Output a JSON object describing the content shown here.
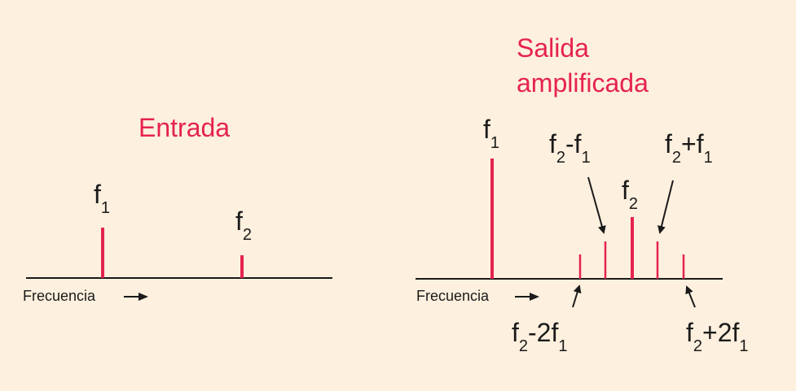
{
  "input_panel": {
    "title": "Entrada",
    "axis_label": "Frecuencia",
    "peaks": [
      {
        "label_base": "f",
        "label_sub": "1"
      },
      {
        "label_base": "f",
        "label_sub": "2"
      }
    ]
  },
  "output_panel": {
    "title_line1": "Salida",
    "title_line2": "amplificada",
    "axis_label": "Frecuencia",
    "labels": {
      "f1_base": "f",
      "f1_sub": "1",
      "f2_base": "f",
      "f2_sub": "2",
      "diff_f2": "f",
      "diff_f2_sub": "2",
      "diff_mid": "-f",
      "diff_f1_sub": "1",
      "sum_f2": "f",
      "sum_f2_sub": "2",
      "sum_mid": "+f",
      "sum_f1_sub": "1",
      "diff2_f2": "f",
      "diff2_f2_sub": "2",
      "diff2_mid": "-2f",
      "diff2_f1_sub": "1",
      "sum2_f2": "f",
      "sum2_f2_sub": "2",
      "sum2_mid": "+2f",
      "sum2_f1_sub": "1"
    }
  },
  "colors": {
    "background": "#fdf0de",
    "accent": "#e5234f",
    "text": "#1a1a1a"
  },
  "icons": {
    "axis_arrow": "right-arrow-icon",
    "pointer_arrow": "pointer-arrow-icon"
  }
}
